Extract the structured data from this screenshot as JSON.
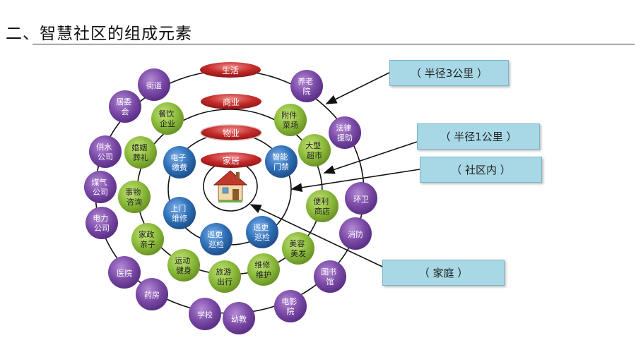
{
  "page": {
    "title": "二、智慧社区的组成元素"
  },
  "callouts": {
    "radius3km": "（ 半径3公里 ）",
    "radius1km": "（ 半径1公里 ）",
    "in_community": "（ 社区内 ）",
    "home": "（ 家庭 ）"
  },
  "banners": {
    "life": "生活",
    "business": "商业",
    "property": "物业",
    "household": "家居"
  },
  "nodes": {
    "jiedao": "街道",
    "yanglaoyuan": [
      "养老",
      "院"
    ],
    "juweihui": [
      "居委",
      "会"
    ],
    "falv": [
      "法律",
      "援助"
    ],
    "gongshui": [
      "供水",
      "公司"
    ],
    "meiqi": [
      "煤气",
      "公司"
    ],
    "dianli": [
      "电力",
      "公司"
    ],
    "huanwei": "环卫",
    "xiaofang": "消防",
    "yiyuan": "医院",
    "tushuguan": [
      "图书",
      "馆"
    ],
    "yaofang": "药房",
    "dianyingyuan": [
      "电影",
      "院"
    ],
    "xuexiao": "学校",
    "youjiao": "幼教",
    "canyin": [
      "餐饮",
      "企业"
    ],
    "fujiancaichang": [
      "附件",
      "菜场"
    ],
    "hunyin": [
      "婚姻",
      "葬礼"
    ],
    "daxingchaoshi": [
      "大型",
      "超市"
    ],
    "shiwu": [
      "事物",
      "咨询"
    ],
    "bianli": [
      "便利",
      "商店"
    ],
    "jiazheng": [
      "家政",
      "亲子"
    ],
    "meirong": [
      "美容",
      "美发"
    ],
    "yundong": [
      "运动",
      "健身"
    ],
    "weixiu": [
      "维修",
      "维护"
    ],
    "lvyou": [
      "旅游",
      "出行"
    ],
    "dianzi": [
      "电子",
      "缴费"
    ],
    "zhineng": [
      "智能",
      "门禁"
    ],
    "shangmen": [
      "上门",
      "维修"
    ],
    "xungeng1": [
      "巡更",
      "巡检"
    ],
    "xungeng2": [
      "巡更",
      "巡检"
    ]
  },
  "colors": {
    "purple": "#7a4aa6",
    "green": "#8cbb3c",
    "blue": "#2f70b8",
    "banner_red": "#c42a2a",
    "callout_fill": "#a8d8e6"
  },
  "icons": {
    "home": "house-icon"
  }
}
